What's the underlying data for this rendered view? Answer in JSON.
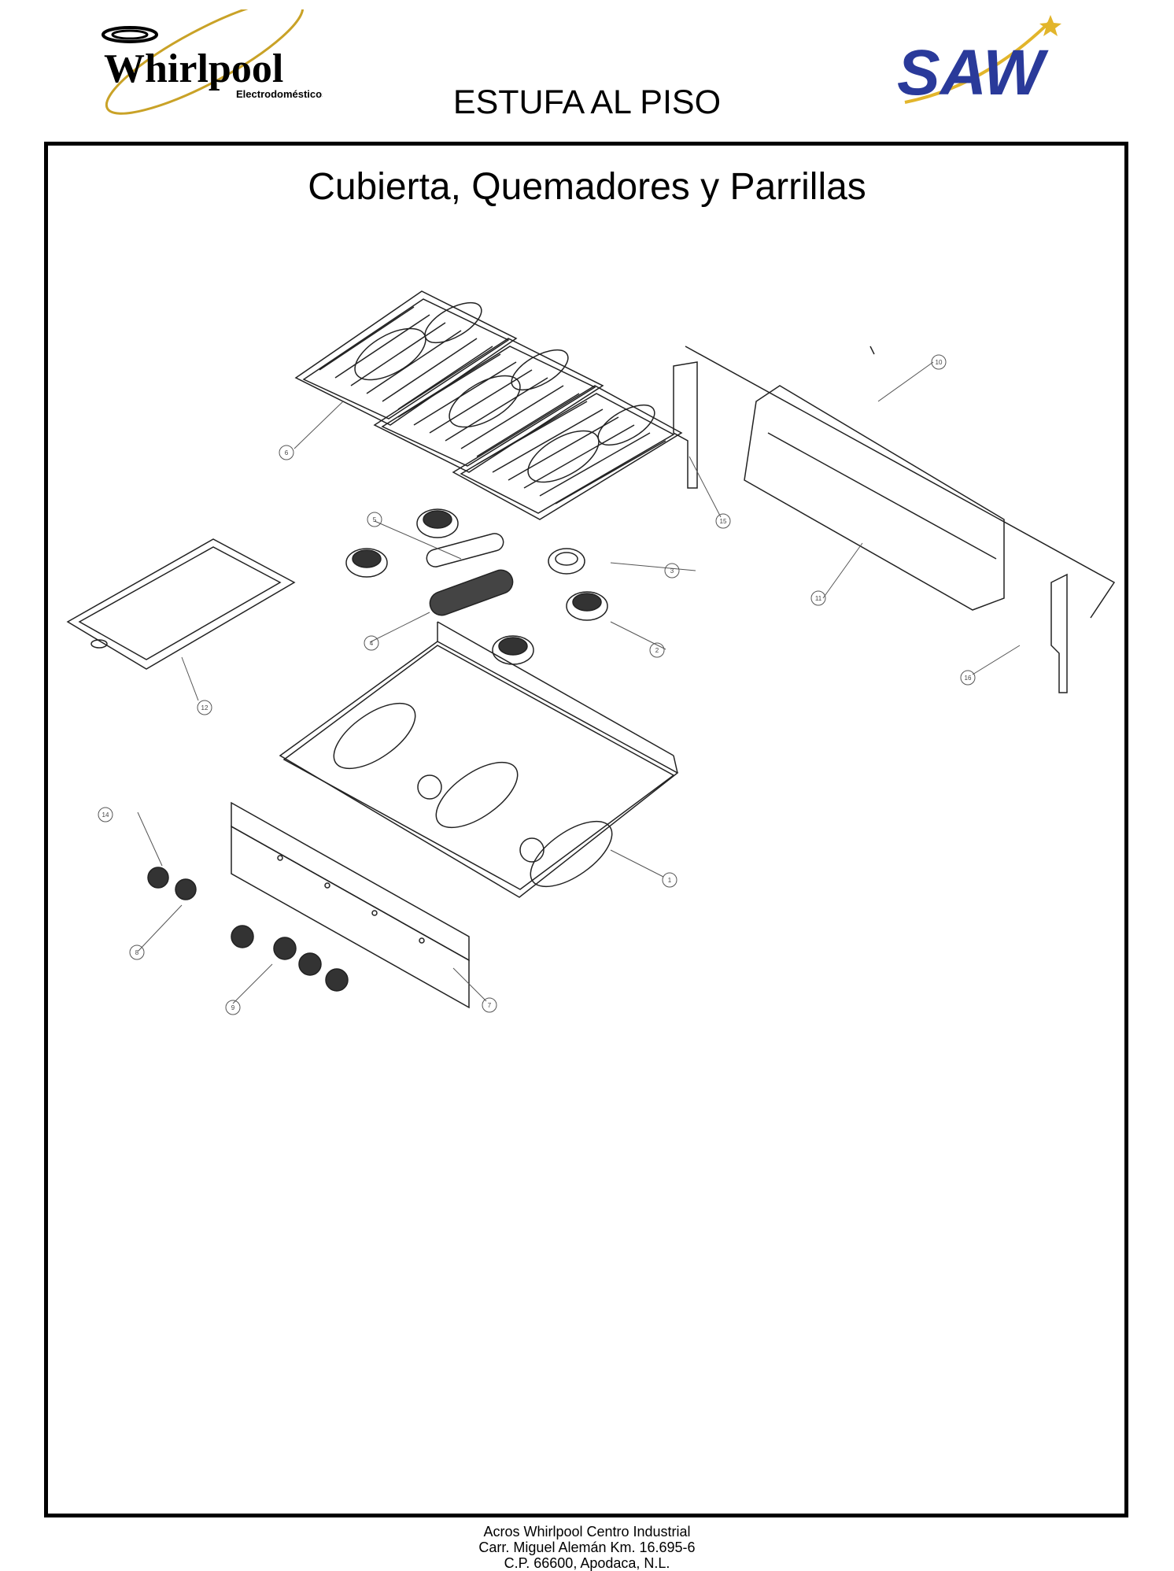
{
  "header": {
    "brand_logo_left": "Whirlpool",
    "brand_logo_left_sub": "Electrodomésticos",
    "brand_logo_right": "SAW",
    "title": "ESTUFA AL PISO"
  },
  "section": {
    "title": "Cubierta, Quemadores y Parrillas"
  },
  "callouts": [
    "1",
    "2",
    "3",
    "4",
    "5",
    "6",
    "7",
    "8",
    "9",
    "10",
    "11",
    "12",
    "14",
    "15",
    "16"
  ],
  "footer": {
    "line1": "Acros Whirlpool Centro Industrial",
    "line2": "Carr. Miguel Alemán Km. 16.695-6",
    "line3": "C.P. 66600, Apodaca, N.L."
  },
  "colors": {
    "whirlpool_gold": "#c9a227",
    "saw_blue": "#2a3a9a",
    "saw_gold": "#e2b52b"
  }
}
